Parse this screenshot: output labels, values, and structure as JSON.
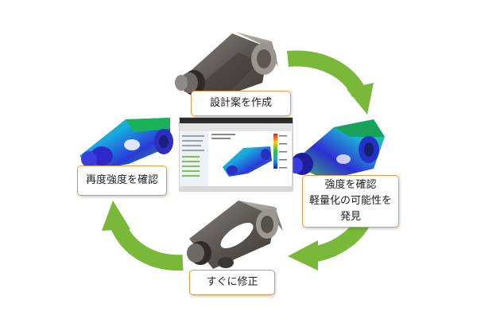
{
  "cycle": {
    "steps": [
      {
        "label": "設計案を作成"
      },
      {
        "label": "強度を確認",
        "label2": "軽量化の可能性を",
        "label3": "発見"
      },
      {
        "label": "すぐに修正"
      },
      {
        "label": "再度強度を確認"
      }
    ],
    "arrow_color": "#7ab83a",
    "label_border_color": "#e69a45"
  }
}
